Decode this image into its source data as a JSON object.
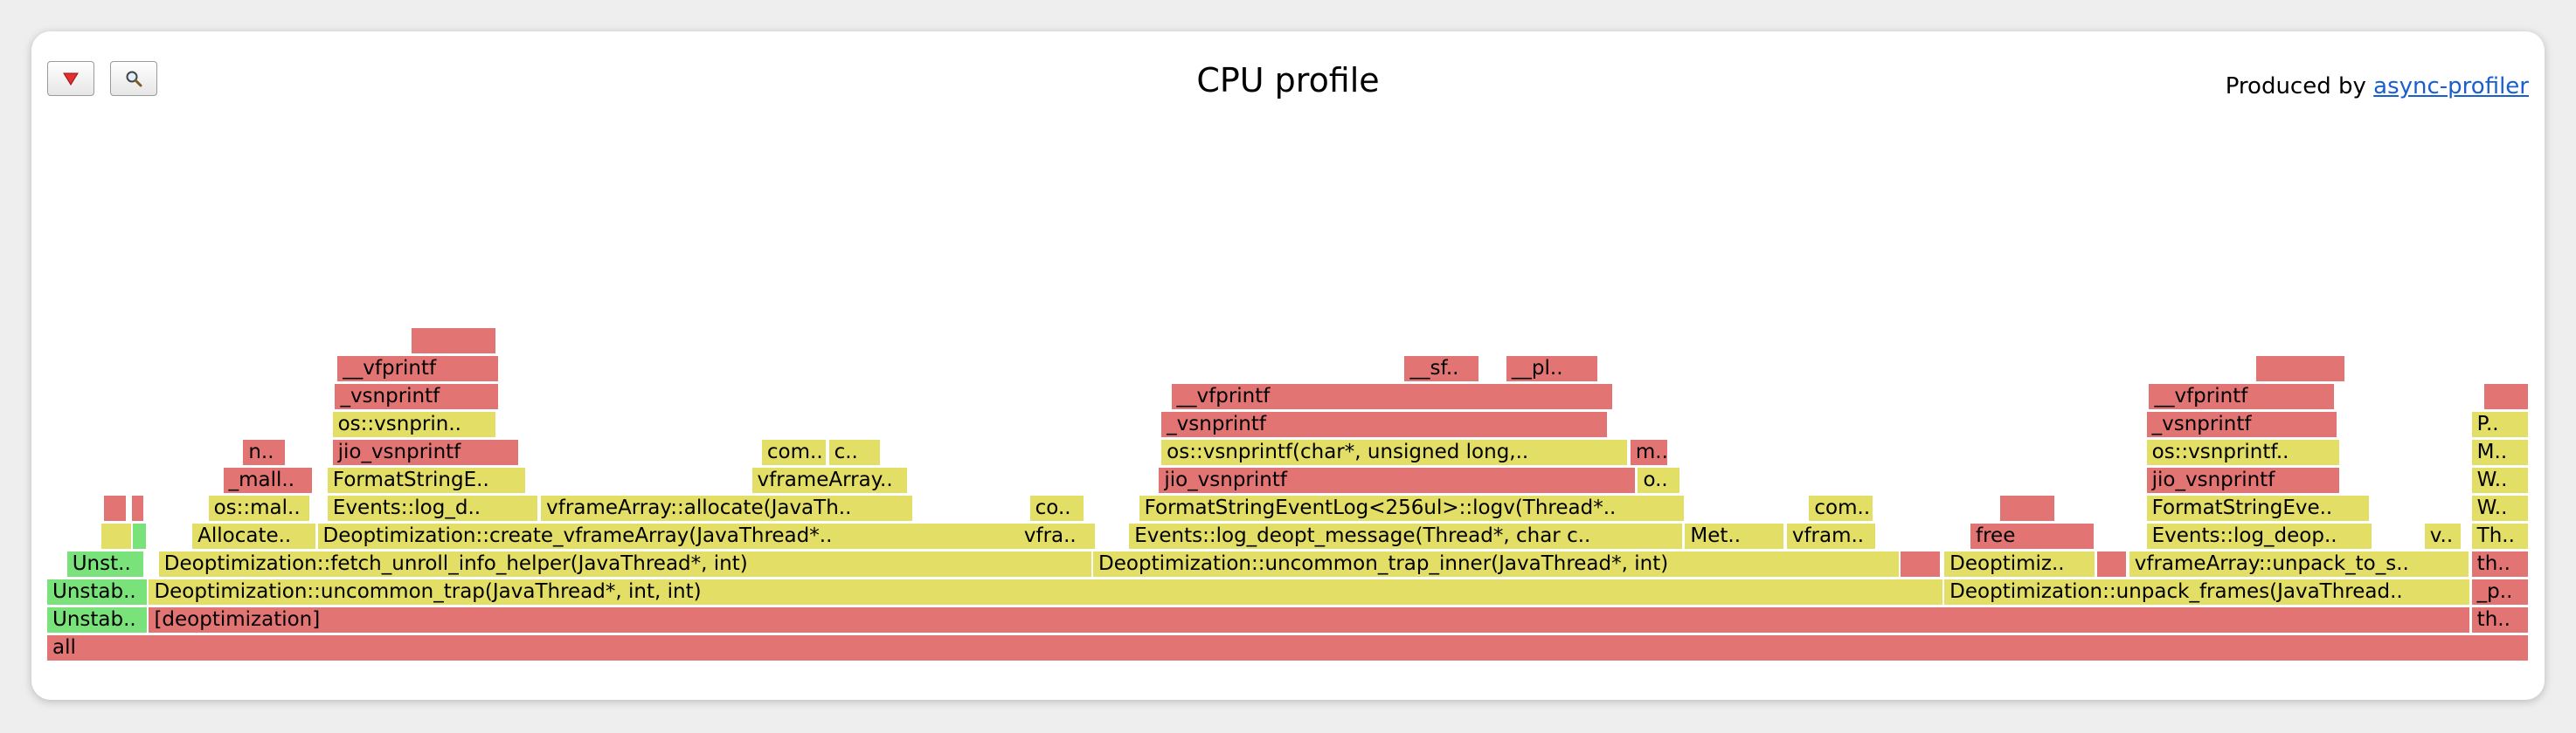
{
  "header": {
    "title": "CPU profile",
    "produced_by_prefix": "Produced by ",
    "produced_by_link": "async-profiler",
    "reverse_icon": "reverse-triangle-icon",
    "search_icon": "magnifier-icon"
  },
  "colors": {
    "red": "#e37474",
    "yellow": "#e3de66",
    "green": "#7ae27a",
    "link": "#1a5fd0"
  },
  "flame_frames": [
    {
      "label": "all",
      "x": 0,
      "w": 100,
      "depth": 0,
      "type": "red"
    },
    {
      "label": "Unstab..",
      "x": 0,
      "w": 4.05,
      "depth": 1,
      "type": "green"
    },
    {
      "label": "[deoptimization]",
      "x": 4.1,
      "w": 93.55,
      "depth": 1,
      "type": "red"
    },
    {
      "label": "th..",
      "x": 97.7,
      "w": 2.3,
      "depth": 1,
      "type": "red"
    },
    {
      "label": "Unstab..",
      "x": 0,
      "w": 4.05,
      "depth": 2,
      "type": "green"
    },
    {
      "label": "Deoptimization::uncommon_trap(JavaThread*, int, int)",
      "x": 4.1,
      "w": 72.3,
      "depth": 2,
      "type": "yellow"
    },
    {
      "label": "Deoptimization::unpack_frames(JavaThread..",
      "x": 76.45,
      "w": 21.2,
      "depth": 2,
      "type": "yellow"
    },
    {
      "label": "_p..",
      "x": 97.7,
      "w": 2.3,
      "depth": 2,
      "type": "red"
    },
    {
      "label": "Unst..",
      "x": 0.8,
      "w": 3.1,
      "depth": 3,
      "type": "green"
    },
    {
      "label": "Deoptimization::fetch_unroll_info_helper(JavaThread*, int)",
      "x": 4.5,
      "w": 37.6,
      "depth": 3,
      "type": "yellow"
    },
    {
      "label": "Deoptimization::uncommon_trap_inner(JavaThread*, int)",
      "x": 42.15,
      "w": 32.5,
      "depth": 3,
      "type": "yellow"
    },
    {
      "label": "",
      "x": 74.7,
      "w": 1.6,
      "depth": 3,
      "type": "red"
    },
    {
      "label": "Deoptimiz..",
      "x": 76.45,
      "w": 6.1,
      "depth": 3,
      "type": "yellow"
    },
    {
      "label": "",
      "x": 82.6,
      "w": 1.2,
      "depth": 3,
      "type": "red"
    },
    {
      "label": "vframeArray::unpack_to_s..",
      "x": 83.9,
      "w": 13.7,
      "depth": 3,
      "type": "yellow"
    },
    {
      "label": "th..",
      "x": 97.7,
      "w": 2.3,
      "depth": 3,
      "type": "red"
    },
    {
      "label": "",
      "x": 2.2,
      "w": 1.2,
      "depth": 4,
      "type": "yellow"
    },
    {
      "label": "",
      "x": 3.45,
      "w": 0.55,
      "depth": 4,
      "type": "green"
    },
    {
      "label": "Allocate..",
      "x": 5.85,
      "w": 5.0,
      "depth": 4,
      "type": "yellow"
    },
    {
      "label": "Deoptimization::create_vframeArray(JavaThread*..",
      "x": 10.9,
      "w": 28.9,
      "depth": 4,
      "type": "yellow"
    },
    {
      "label": "vfra..",
      "x": 39.15,
      "w": 3.1,
      "depth": 4,
      "type": "yellow"
    },
    {
      "label": "Events::log_deopt_message(Thread*, char c..",
      "x": 43.6,
      "w": 22.3,
      "depth": 4,
      "type": "yellow"
    },
    {
      "label": "Met..",
      "x": 66.0,
      "w": 4.0,
      "depth": 4,
      "type": "yellow"
    },
    {
      "label": "vfram..",
      "x": 70.1,
      "w": 3.6,
      "depth": 4,
      "type": "yellow"
    },
    {
      "label": "free",
      "x": 77.5,
      "w": 5.0,
      "depth": 4,
      "type": "red"
    },
    {
      "label": "Events::log_deop..",
      "x": 84.6,
      "w": 9.1,
      "depth": 4,
      "type": "yellow"
    },
    {
      "label": "v..",
      "x": 95.8,
      "w": 1.5,
      "depth": 4,
      "type": "yellow"
    },
    {
      "label": "Th..",
      "x": 97.7,
      "w": 2.3,
      "depth": 4,
      "type": "yellow"
    },
    {
      "label": "",
      "x": 2.3,
      "w": 0.9,
      "depth": 5,
      "type": "red"
    },
    {
      "label": "",
      "x": 3.4,
      "w": 0.5,
      "depth": 5,
      "type": "red"
    },
    {
      "label": "os::mal..",
      "x": 6.5,
      "w": 4.1,
      "depth": 5,
      "type": "yellow"
    },
    {
      "label": "Events::log_d..",
      "x": 11.3,
      "w": 8.5,
      "depth": 5,
      "type": "yellow"
    },
    {
      "label": "vframeArray::allocate(JavaTh..",
      "x": 19.9,
      "w": 15.0,
      "depth": 5,
      "type": "yellow"
    },
    {
      "label": "co..",
      "x": 39.6,
      "w": 2.2,
      "depth": 5,
      "type": "yellow"
    },
    {
      "label": "FormatStringEventLog<256ul>::logv(Thread*..",
      "x": 44.0,
      "w": 22.0,
      "depth": 5,
      "type": "yellow"
    },
    {
      "label": "com..",
      "x": 71.0,
      "w": 2.6,
      "depth": 5,
      "type": "yellow"
    },
    {
      "label": "",
      "x": 78.7,
      "w": 2.2,
      "depth": 5,
      "type": "red"
    },
    {
      "label": "FormatStringEve..",
      "x": 84.6,
      "w": 9.0,
      "depth": 5,
      "type": "yellow"
    },
    {
      "label": "W..",
      "x": 97.7,
      "w": 2.3,
      "depth": 5,
      "type": "yellow"
    },
    {
      "label": "_mall..",
      "x": 7.1,
      "w": 3.6,
      "depth": 6,
      "type": "red"
    },
    {
      "label": "FormatStringE..",
      "x": 11.3,
      "w": 8.0,
      "depth": 6,
      "type": "yellow"
    },
    {
      "label": "vframeArray..",
      "x": 28.4,
      "w": 6.3,
      "depth": 6,
      "type": "yellow"
    },
    {
      "label": "jio_vsnprintf",
      "x": 44.8,
      "w": 19.2,
      "depth": 6,
      "type": "red"
    },
    {
      "label": "o..",
      "x": 64.1,
      "w": 1.7,
      "depth": 6,
      "type": "yellow"
    },
    {
      "label": "jio_vsnprintf",
      "x": 84.6,
      "w": 7.8,
      "depth": 6,
      "type": "red"
    },
    {
      "label": "W..",
      "x": 97.7,
      "w": 2.3,
      "depth": 6,
      "type": "yellow"
    },
    {
      "label": "n..",
      "x": 7.9,
      "w": 1.7,
      "depth": 7,
      "type": "red"
    },
    {
      "label": "jio_vsnprintf",
      "x": 11.5,
      "w": 7.5,
      "depth": 7,
      "type": "red"
    },
    {
      "label": "com..",
      "x": 28.8,
      "w": 2.6,
      "depth": 7,
      "type": "yellow"
    },
    {
      "label": "c..",
      "x": 31.5,
      "w": 2.1,
      "depth": 7,
      "type": "yellow"
    },
    {
      "label": "os::vsnprintf(char*, unsigned long,..",
      "x": 44.9,
      "w": 18.8,
      "depth": 7,
      "type": "yellow"
    },
    {
      "label": "m..",
      "x": 63.8,
      "w": 1.5,
      "depth": 7,
      "type": "red"
    },
    {
      "label": "os::vsnprintf..",
      "x": 84.6,
      "w": 7.8,
      "depth": 7,
      "type": "yellow"
    },
    {
      "label": "M..",
      "x": 97.7,
      "w": 2.3,
      "depth": 7,
      "type": "yellow"
    },
    {
      "label": "os::vsnprin..",
      "x": 11.5,
      "w": 6.6,
      "depth": 8,
      "type": "yellow"
    },
    {
      "label": "_vsnprintf",
      "x": 44.9,
      "w": 18.0,
      "depth": 8,
      "type": "red"
    },
    {
      "label": "_vsnprintf",
      "x": 84.6,
      "w": 7.7,
      "depth": 8,
      "type": "red"
    },
    {
      "label": "P..",
      "x": 97.7,
      "w": 2.3,
      "depth": 8,
      "type": "yellow"
    },
    {
      "label": "_vsnprintf",
      "x": 11.6,
      "w": 6.6,
      "depth": 9,
      "type": "red"
    },
    {
      "label": "__vfprintf",
      "x": 45.3,
      "w": 17.8,
      "depth": 9,
      "type": "red"
    },
    {
      "label": "__vfprintf",
      "x": 84.7,
      "w": 7.5,
      "depth": 9,
      "type": "red"
    },
    {
      "label": "",
      "x": 98.2,
      "w": 1.8,
      "depth": 9,
      "type": "red"
    },
    {
      "label": "__vfprintf",
      "x": 11.7,
      "w": 6.5,
      "depth": 10,
      "type": "red"
    },
    {
      "label": "__sf..",
      "x": 54.7,
      "w": 3.0,
      "depth": 10,
      "type": "red"
    },
    {
      "label": "__pl..",
      "x": 58.8,
      "w": 3.7,
      "depth": 10,
      "type": "red"
    },
    {
      "label": "",
      "x": 89.0,
      "w": 3.6,
      "depth": 10,
      "type": "red"
    },
    {
      "label": "",
      "x": 14.7,
      "w": 3.4,
      "depth": 11,
      "type": "red"
    }
  ]
}
